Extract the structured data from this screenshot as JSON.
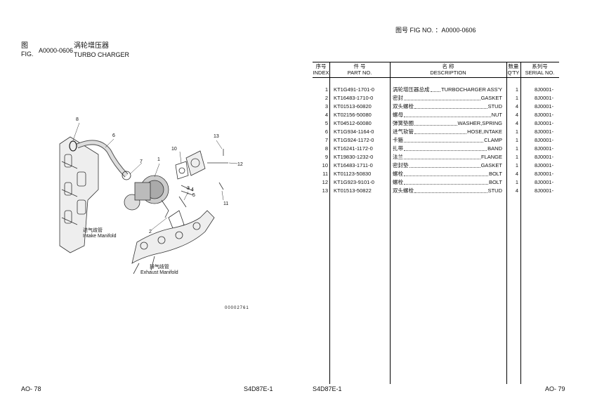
{
  "left_page": {
    "fig_label_cn": "图",
    "fig_label_en": "FIG.",
    "fig_no": "A0000-0606",
    "title_cn": "涡轮增压器",
    "title_en": "TURBO CHARGER",
    "callouts": [
      "8",
      "6",
      "7",
      "1",
      "10",
      "13",
      "12",
      "4",
      "5",
      "3",
      "11",
      "2"
    ],
    "intake_cn": "进气歧管",
    "intake_en": "Intake Manifold",
    "exhaust_cn": "排气歧管",
    "exhaust_en": "Exhaust Manifold",
    "drawing_code": "00002761",
    "footer_page": "AO- 78",
    "footer_model": "S4D87E-1"
  },
  "right_page": {
    "fig_header": "图号  FIG NO.  ：A0000-0606",
    "columns": [
      {
        "cn": "序号",
        "en": "INDEX"
      },
      {
        "cn": "件    号",
        "en": "PART NO."
      },
      {
        "cn": "名    称",
        "en": "DESCRIPTION"
      },
      {
        "cn": "数量",
        "en": "Q'TY"
      },
      {
        "cn": "系列号",
        "en": "SERIAL NO."
      }
    ],
    "parts": [
      {
        "index": "1",
        "part_no": "KT1G491-1701-0",
        "desc_cn": "涡轮增压器总成",
        "desc_en": "TURBOCHARGER ASS'Y",
        "qty": "1",
        "serial": "8J0001-"
      },
      {
        "index": "2",
        "part_no": "KT16483-1710-0",
        "desc_cn": "密封",
        "desc_en": "GASKET",
        "qty": "1",
        "serial": "8J0001-"
      },
      {
        "index": "3",
        "part_no": "KT01513-60820",
        "desc_cn": "双头螺栓",
        "desc_en": "STUD",
        "qty": "4",
        "serial": "8J0001-"
      },
      {
        "index": "4",
        "part_no": "KT02156-50080",
        "desc_cn": "螺母",
        "desc_en": "NUT",
        "qty": "4",
        "serial": "8J0001-"
      },
      {
        "index": "5",
        "part_no": "KT04512-60080",
        "desc_cn": "弹簧垫圈",
        "desc_en": "WASHER,SPRING",
        "qty": "4",
        "serial": "8J0001-"
      },
      {
        "index": "6",
        "part_no": "KT1G934-1164-0",
        "desc_cn": "进气软管",
        "desc_en": "HOSE,INTAKE",
        "qty": "1",
        "serial": "8J0001-"
      },
      {
        "index": "7",
        "part_no": "KT1G924-1172-0",
        "desc_cn": "卡箍",
        "desc_en": "CLAMP",
        "qty": "1",
        "serial": "8J0001-"
      },
      {
        "index": "8",
        "part_no": "KT16241-1172-0",
        "desc_cn": "扎带",
        "desc_en": "BAND",
        "qty": "1",
        "serial": "8J0001-"
      },
      {
        "index": "9",
        "part_no": "KT19830-1232-0",
        "desc_cn": "法兰",
        "desc_en": "FLANGE",
        "qty": "1",
        "serial": "8J0001-"
      },
      {
        "index": "10",
        "part_no": "KT16483-1711-0",
        "desc_cn": "密封垫",
        "desc_en": "GASKET",
        "qty": "1",
        "serial": "8J0001-"
      },
      {
        "index": "11",
        "part_no": "KT01123-50830",
        "desc_cn": "螺栓",
        "desc_en": "BOLT",
        "qty": "4",
        "serial": "8J0001-"
      },
      {
        "index": "12",
        "part_no": "KT1G923-9101-0",
        "desc_cn": "螺栓",
        "desc_en": "BOLT",
        "qty": "1",
        "serial": "8J0001-"
      },
      {
        "index": "13",
        "part_no": "KT01513-50822",
        "desc_cn": "双头螺栓",
        "desc_en": "STUD",
        "qty": "4",
        "serial": "8J0001-"
      }
    ],
    "footer_model": "S4D87E-1",
    "footer_page": "AO- 79"
  }
}
